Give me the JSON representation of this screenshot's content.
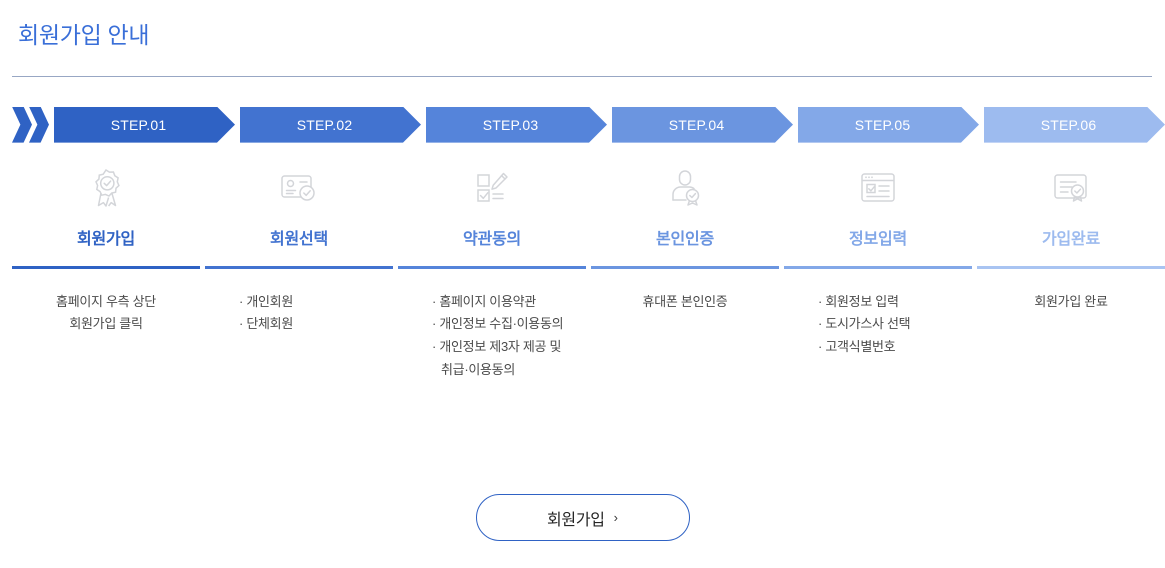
{
  "header": {
    "title": "회원가입 안내"
  },
  "steps": [
    {
      "step_label": "STEP.01",
      "name": "회원가입",
      "icon": "award-badge-check-icon",
      "chevron_color": "#2f62c4",
      "label_color": "#2f62c4",
      "rule_color": "#2f62c4",
      "desc_style": "centered",
      "desc_lines": [
        "홈페이지 우측 상단",
        "회원가입 클릭"
      ]
    },
    {
      "step_label": "STEP.02",
      "name": "회원선택",
      "icon": "id-card-check-icon",
      "chevron_color": "#4273d0",
      "label_color": "#4273d0",
      "rule_color": "#4273d0",
      "desc_style": "bulleted",
      "desc_lines": [
        "· 개인회원",
        "· 단체회원"
      ]
    },
    {
      "step_label": "STEP.03",
      "name": "약관동의",
      "icon": "checklist-pen-icon",
      "chevron_color": "#5584da",
      "label_color": "#5584da",
      "rule_color": "#5584da",
      "desc_style": "bulleted",
      "desc_lines": [
        "· 홈페이지 이용약관",
        "· 개인정보 수집·이용동의",
        "· 개인정보 제3자 제공 및",
        "취급·이용동의"
      ]
    },
    {
      "step_label": "STEP.04",
      "name": "본인인증",
      "icon": "person-verified-icon",
      "chevron_color": "#6b95e0",
      "label_color": "#6b95e0",
      "rule_color": "#6b95e0",
      "desc_style": "centered",
      "desc_lines": [
        "휴대폰 본인인증"
      ]
    },
    {
      "step_label": "STEP.05",
      "name": "정보입력",
      "icon": "form-window-icon",
      "chevron_color": "#83a8e8",
      "label_color": "#83a8e8",
      "rule_color": "#83a8e8",
      "desc_style": "bulleted",
      "desc_lines": [
        "· 회원정보 입력",
        "· 도시가스사 선택",
        "· 고객식별번호"
      ]
    },
    {
      "step_label": "STEP.06",
      "name": "가입완료",
      "icon": "certificate-seal-icon",
      "chevron_color": "#9dbbef",
      "label_color": "#9dbbef",
      "rule_color": "#a9c4f2",
      "desc_style": "centered",
      "desc_lines": [
        "회원가입 완료"
      ]
    }
  ],
  "cta": {
    "label": "회원가입",
    "chevron": "›"
  }
}
